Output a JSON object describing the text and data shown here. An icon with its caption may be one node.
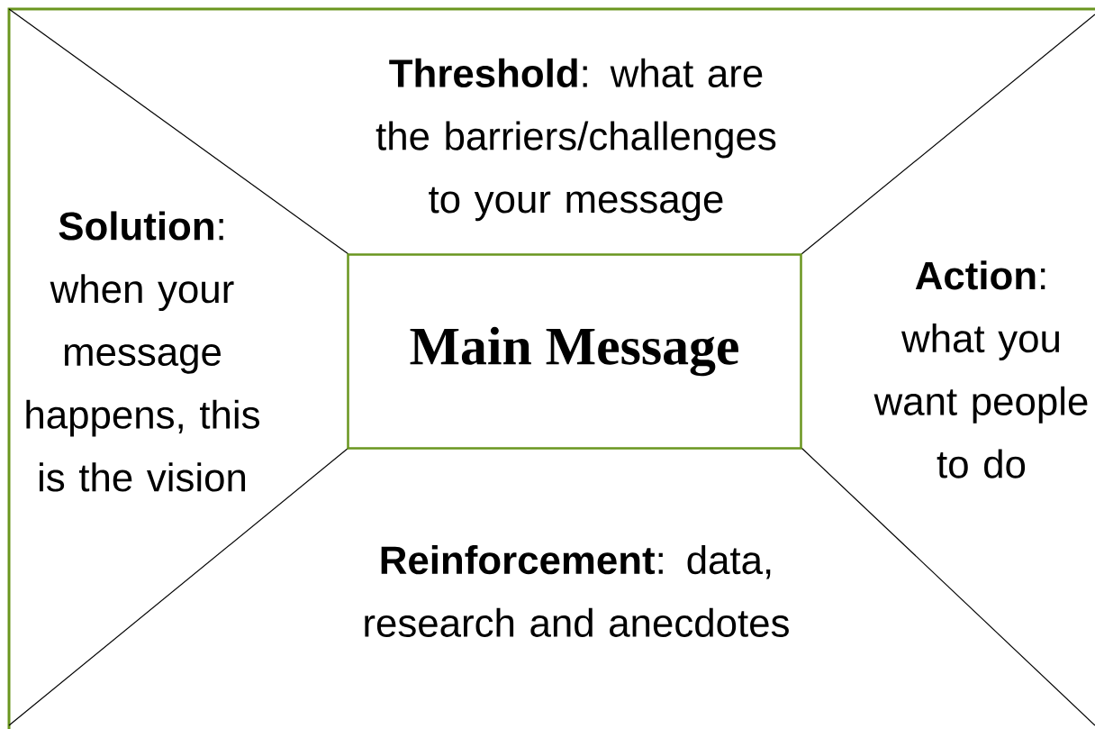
{
  "diagram": {
    "nodes": [
      {
        "text": [
          "**Threshold**: what are the barriers/challenges to your message"
        ]
      },
      {
        "text": [
          "**Solution**: when your message happens, this is the vision"
        ]
      },
      {
        "text": [
          "Main Message"
        ]
      },
      {
        "text": [
          "**Action**: what you want people to do"
        ]
      },
      {
        "text": [
          "**Reinforcement**: data, research and anecdotes"
        ]
      }
    ]
  }
}
